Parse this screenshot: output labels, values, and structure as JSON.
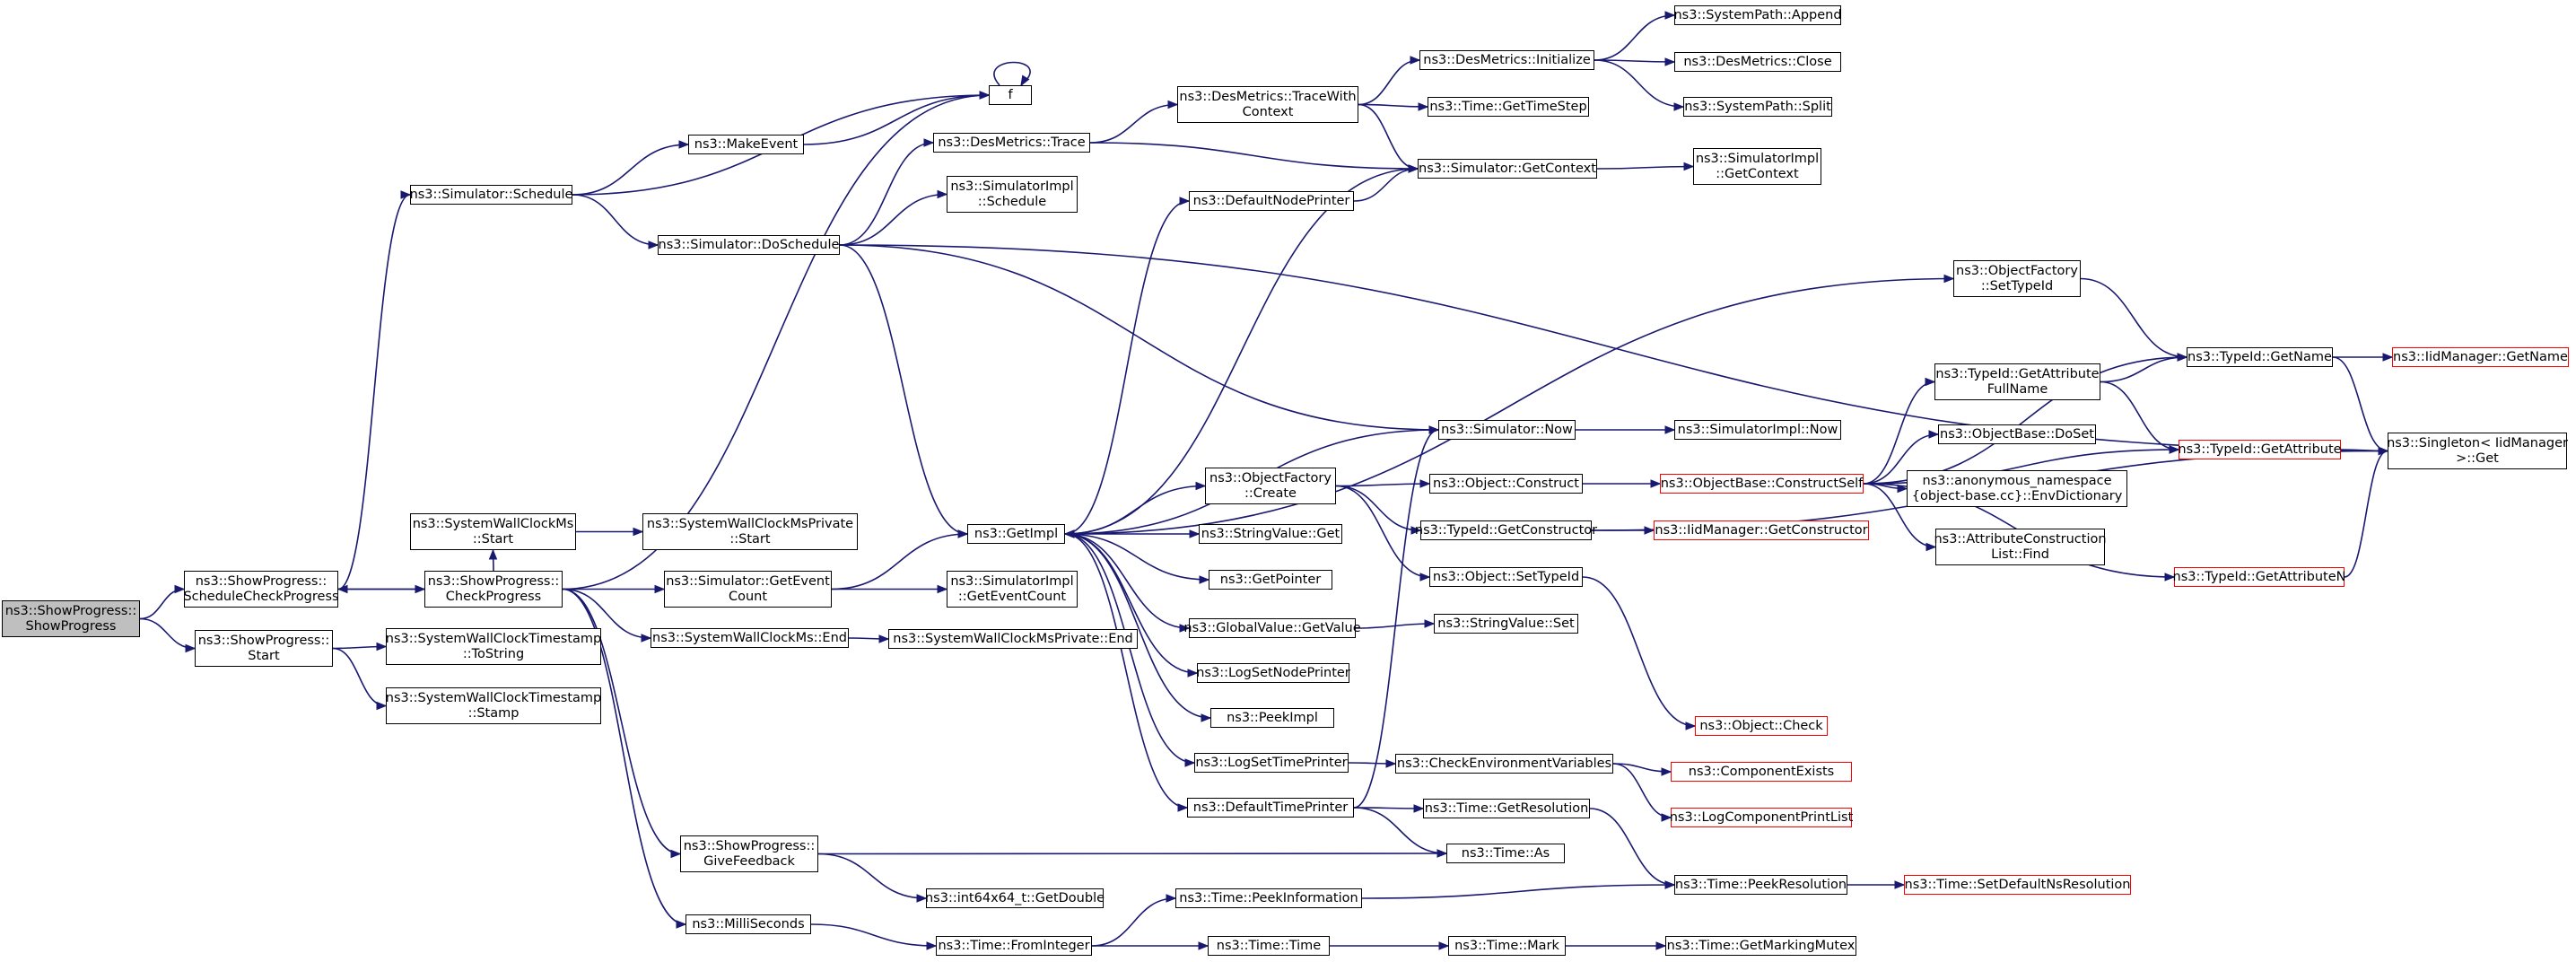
{
  "colors": {
    "edge": "#191970",
    "node_border": "#000000",
    "incomplete_border": "#ff0000",
    "root_fill": "#bfbfbf"
  },
  "nodes": [
    {
      "id": "root",
      "lines": [
        "ns3::ShowProgress::",
        "ShowProgress"
      ],
      "style": "root"
    },
    {
      "id": "sched_check",
      "lines": [
        "ns3::ShowProgress::",
        "ScheduleCheckProgress"
      ]
    },
    {
      "id": "sp_start",
      "lines": [
        "ns3::ShowProgress::",
        "Start"
      ]
    },
    {
      "id": "sim_schedule",
      "lines": [
        "ns3::Simulator::Schedule"
      ]
    },
    {
      "id": "f",
      "lines": [
        "f"
      ]
    },
    {
      "id": "make_event",
      "lines": [
        "ns3::MakeEvent"
      ]
    },
    {
      "id": "do_schedule",
      "lines": [
        "ns3::Simulator::DoSchedule"
      ]
    },
    {
      "id": "wcms_start",
      "lines": [
        "ns3::SystemWallClockMs",
        "::Start"
      ]
    },
    {
      "id": "check_progress",
      "lines": [
        "ns3::ShowProgress::",
        "CheckProgress"
      ]
    },
    {
      "id": "wcts_tostring",
      "lines": [
        "ns3::SystemWallClockTimestamp",
        "::ToString"
      ]
    },
    {
      "id": "wcts_stamp",
      "lines": [
        "ns3::SystemWallClockTimestamp",
        "::Stamp"
      ]
    },
    {
      "id": "wcmsp_start",
      "lines": [
        "ns3::SystemWallClockMsPrivate",
        "::Start"
      ]
    },
    {
      "id": "get_event_count",
      "lines": [
        "ns3::Simulator::GetEvent",
        "Count"
      ]
    },
    {
      "id": "wcms_end",
      "lines": [
        "ns3::SystemWallClockMs::End"
      ]
    },
    {
      "id": "give_feedback",
      "lines": [
        "ns3::ShowProgress::",
        "GiveFeedback"
      ]
    },
    {
      "id": "milliseconds",
      "lines": [
        "ns3::MilliSeconds"
      ]
    },
    {
      "id": "des_trace",
      "lines": [
        "ns3::DesMetrics::Trace"
      ]
    },
    {
      "id": "simimpl_schedule",
      "lines": [
        "ns3::SimulatorImpl",
        "::Schedule"
      ]
    },
    {
      "id": "get_impl",
      "lines": [
        "ns3::GetImpl"
      ]
    },
    {
      "id": "simimpl_gec",
      "lines": [
        "ns3::SimulatorImpl",
        "::GetEventCount"
      ]
    },
    {
      "id": "wcmsp_end",
      "lines": [
        "ns3::SystemWallClockMsPrivate::End"
      ]
    },
    {
      "id": "i64_getdouble",
      "lines": [
        "ns3::int64x64_t::GetDouble"
      ]
    },
    {
      "id": "time_fromint",
      "lines": [
        "ns3::Time::FromInteger"
      ]
    },
    {
      "id": "des_tracectx",
      "lines": [
        "ns3::DesMetrics::TraceWith",
        "Context"
      ]
    },
    {
      "id": "default_node_printer",
      "lines": [
        "ns3::DefaultNodePrinter"
      ]
    },
    {
      "id": "of_create",
      "lines": [
        "ns3::ObjectFactory",
        "::Create"
      ]
    },
    {
      "id": "stringvalue_get",
      "lines": [
        "ns3::StringValue::Get"
      ]
    },
    {
      "id": "get_pointer",
      "lines": [
        "ns3::GetPointer"
      ]
    },
    {
      "id": "gv_getvalue",
      "lines": [
        "ns3::GlobalValue::GetValue"
      ]
    },
    {
      "id": "log_set_node",
      "lines": [
        "ns3::LogSetNodePrinter"
      ]
    },
    {
      "id": "peek_impl",
      "lines": [
        "ns3::PeekImpl"
      ]
    },
    {
      "id": "log_set_time",
      "lines": [
        "ns3::LogSetTimePrinter"
      ]
    },
    {
      "id": "default_time_printer",
      "lines": [
        "ns3::DefaultTimePrinter"
      ]
    },
    {
      "id": "time_peekinfo",
      "lines": [
        "ns3::Time::PeekInformation"
      ]
    },
    {
      "id": "time_time",
      "lines": [
        "ns3::Time::Time"
      ]
    },
    {
      "id": "des_init",
      "lines": [
        "ns3::DesMetrics::Initialize"
      ]
    },
    {
      "id": "time_gettimestep",
      "lines": [
        "ns3::Time::GetTimeStep"
      ]
    },
    {
      "id": "sim_getcontext",
      "lines": [
        "ns3::Simulator::GetContext"
      ]
    },
    {
      "id": "sim_now",
      "lines": [
        "ns3::Simulator::Now"
      ]
    },
    {
      "id": "obj_construct",
      "lines": [
        "ns3::Object::Construct"
      ]
    },
    {
      "id": "tid_getctor",
      "lines": [
        "ns3::TypeId::GetConstructor"
      ]
    },
    {
      "id": "obj_settypeid",
      "lines": [
        "ns3::Object::SetTypeId"
      ]
    },
    {
      "id": "stringvalue_set",
      "lines": [
        "ns3::StringValue::Set"
      ]
    },
    {
      "id": "check_env",
      "lines": [
        "ns3::CheckEnvironmentVariables"
      ]
    },
    {
      "id": "time_getres",
      "lines": [
        "ns3::Time::GetResolution"
      ]
    },
    {
      "id": "time_as",
      "lines": [
        "ns3::Time::As"
      ]
    },
    {
      "id": "time_mark",
      "lines": [
        "ns3::Time::Mark"
      ]
    },
    {
      "id": "sp_append",
      "lines": [
        "ns3::SystemPath::Append"
      ]
    },
    {
      "id": "des_close",
      "lines": [
        "ns3::DesMetrics::Close"
      ]
    },
    {
      "id": "sp_split",
      "lines": [
        "ns3::SystemPath::Split"
      ]
    },
    {
      "id": "simimpl_getctx",
      "lines": [
        "ns3::SimulatorImpl",
        "::GetContext"
      ]
    },
    {
      "id": "simimpl_now",
      "lines": [
        "ns3::SimulatorImpl::Now"
      ]
    },
    {
      "id": "ob_constructself",
      "lines": [
        "ns3::ObjectBase::ConstructSelf"
      ],
      "style": "red"
    },
    {
      "id": "iid_getctor",
      "lines": [
        "ns3::IidManager::GetConstructor"
      ],
      "style": "red"
    },
    {
      "id": "obj_check",
      "lines": [
        "ns3::Object::Check"
      ],
      "style": "red"
    },
    {
      "id": "component_exists",
      "lines": [
        "ns3::ComponentExists"
      ],
      "style": "red"
    },
    {
      "id": "log_comp_print",
      "lines": [
        "ns3::LogComponentPrintList"
      ],
      "style": "red"
    },
    {
      "id": "time_peekres",
      "lines": [
        "ns3::Time::PeekResolution"
      ]
    },
    {
      "id": "time_getmarkmutex",
      "lines": [
        "ns3::Time::GetMarkingMutex"
      ]
    },
    {
      "id": "of_settypeid",
      "lines": [
        "ns3::ObjectFactory",
        "::SetTypeId"
      ]
    },
    {
      "id": "tid_getattrfullname",
      "lines": [
        "ns3::TypeId::GetAttribute",
        "FullName"
      ]
    },
    {
      "id": "ob_doset",
      "lines": [
        "ns3::ObjectBase::DoSet"
      ]
    },
    {
      "id": "anon_envdict",
      "lines": [
        "ns3::anonymous_namespace",
        "{object-base.cc}::EnvDictionary"
      ]
    },
    {
      "id": "attrcons_find",
      "lines": [
        "ns3::AttributeConstruction",
        "List::Find"
      ]
    },
    {
      "id": "tid_getname",
      "lines": [
        "ns3::TypeId::GetName"
      ]
    },
    {
      "id": "tid_getattr",
      "lines": [
        "ns3::TypeId::GetAttribute"
      ],
      "style": "red"
    },
    {
      "id": "tid_getattrn",
      "lines": [
        "ns3::TypeId::GetAttributeN"
      ],
      "style": "red"
    },
    {
      "id": "time_setdefres",
      "lines": [
        "ns3::Time::SetDefaultNsResolution"
      ],
      "style": "red"
    },
    {
      "id": "iid_getname",
      "lines": [
        "ns3::IidManager::GetName"
      ],
      "style": "red"
    },
    {
      "id": "singleton_get",
      "lines": [
        "ns3::Singleton< IidManager",
        ">::Get"
      ]
    }
  ],
  "edges": [
    [
      "root",
      "sched_check"
    ],
    [
      "root",
      "sp_start"
    ],
    [
      "sched_check",
      "sim_schedule"
    ],
    [
      "sched_check",
      "check_progress"
    ],
    [
      "sp_start",
      "wcts_tostring"
    ],
    [
      "sp_start",
      "wcts_stamp"
    ],
    [
      "sim_schedule",
      "f"
    ],
    [
      "sim_schedule",
      "make_event"
    ],
    [
      "sim_schedule",
      "do_schedule"
    ],
    [
      "make_event",
      "f"
    ],
    [
      "f",
      "f"
    ],
    [
      "do_schedule",
      "des_trace"
    ],
    [
      "do_schedule",
      "simimpl_schedule"
    ],
    [
      "do_schedule",
      "get_impl"
    ],
    [
      "do_schedule",
      "sim_now"
    ],
    [
      "do_schedule",
      "singleton_get"
    ],
    [
      "wcms_start",
      "wcmsp_start"
    ],
    [
      "check_progress",
      "f"
    ],
    [
      "check_progress",
      "sched_check"
    ],
    [
      "check_progress",
      "get_event_count"
    ],
    [
      "check_progress",
      "wcms_end"
    ],
    [
      "check_progress",
      "give_feedback"
    ],
    [
      "check_progress",
      "milliseconds"
    ],
    [
      "check_progress",
      "wcms_start"
    ],
    [
      "get_event_count",
      "get_impl"
    ],
    [
      "get_event_count",
      "simimpl_gec"
    ],
    [
      "wcms_end",
      "wcmsp_end"
    ],
    [
      "give_feedback",
      "i64_getdouble"
    ],
    [
      "give_feedback",
      "time_as"
    ],
    [
      "milliseconds",
      "time_fromint"
    ],
    [
      "des_trace",
      "des_tracectx"
    ],
    [
      "des_trace",
      "sim_getcontext"
    ],
    [
      "get_impl",
      "default_node_printer"
    ],
    [
      "get_impl",
      "of_create"
    ],
    [
      "get_impl",
      "stringvalue_get"
    ],
    [
      "get_impl",
      "get_pointer"
    ],
    [
      "get_impl",
      "gv_getvalue"
    ],
    [
      "get_impl",
      "log_set_node"
    ],
    [
      "get_impl",
      "peek_impl"
    ],
    [
      "get_impl",
      "log_set_time"
    ],
    [
      "get_impl",
      "default_time_printer"
    ],
    [
      "get_impl",
      "of_settypeid"
    ],
    [
      "time_fromint",
      "time_peekinfo"
    ],
    [
      "time_fromint",
      "time_time"
    ],
    [
      "des_tracectx",
      "des_init"
    ],
    [
      "des_tracectx",
      "time_gettimestep"
    ],
    [
      "des_tracectx",
      "sim_getcontext"
    ],
    [
      "default_node_printer",
      "sim_getcontext"
    ],
    [
      "of_create",
      "obj_construct"
    ],
    [
      "of_create",
      "tid_getctor"
    ],
    [
      "of_create",
      "obj_settypeid"
    ],
    [
      "gv_getvalue",
      "stringvalue_set"
    ],
    [
      "log_set_time",
      "check_env"
    ],
    [
      "default_time_printer",
      "sim_now"
    ],
    [
      "default_time_printer",
      "time_getres"
    ],
    [
      "default_time_printer",
      "time_as"
    ],
    [
      "time_peekinfo",
      "time_peekres"
    ],
    [
      "time_time",
      "time_mark"
    ],
    [
      "des_init",
      "sp_append"
    ],
    [
      "des_init",
      "des_close"
    ],
    [
      "des_init",
      "sp_split"
    ],
    [
      "sim_getcontext",
      "get_impl"
    ],
    [
      "sim_getcontext",
      "simimpl_getctx"
    ],
    [
      "sim_now",
      "get_impl"
    ],
    [
      "sim_now",
      "simimpl_now"
    ],
    [
      "obj_construct",
      "ob_constructself"
    ],
    [
      "tid_getctor",
      "iid_getctor"
    ],
    [
      "tid_getctor",
      "singleton_get"
    ],
    [
      "obj_settypeid",
      "obj_check"
    ],
    [
      "check_env",
      "component_exists"
    ],
    [
      "check_env",
      "log_comp_print"
    ],
    [
      "time_getres",
      "time_peekres"
    ],
    [
      "time_mark",
      "time_getmarkmutex"
    ],
    [
      "time_peekres",
      "time_setdefres"
    ],
    [
      "ob_constructself",
      "tid_getattrfullname"
    ],
    [
      "ob_constructself",
      "ob_doset"
    ],
    [
      "ob_constructself",
      "anon_envdict"
    ],
    [
      "ob_constructself",
      "attrcons_find"
    ],
    [
      "ob_constructself",
      "tid_getname"
    ],
    [
      "ob_constructself",
      "tid_getattr"
    ],
    [
      "ob_constructself",
      "tid_getattrn"
    ],
    [
      "of_settypeid",
      "tid_getname"
    ],
    [
      "tid_getattrfullname",
      "tid_getname"
    ],
    [
      "tid_getattrfullname",
      "tid_getattr"
    ],
    [
      "tid_getname",
      "iid_getname"
    ],
    [
      "tid_getname",
      "singleton_get"
    ],
    [
      "tid_getattr",
      "singleton_get"
    ],
    [
      "tid_getattrn",
      "singleton_get"
    ]
  ]
}
